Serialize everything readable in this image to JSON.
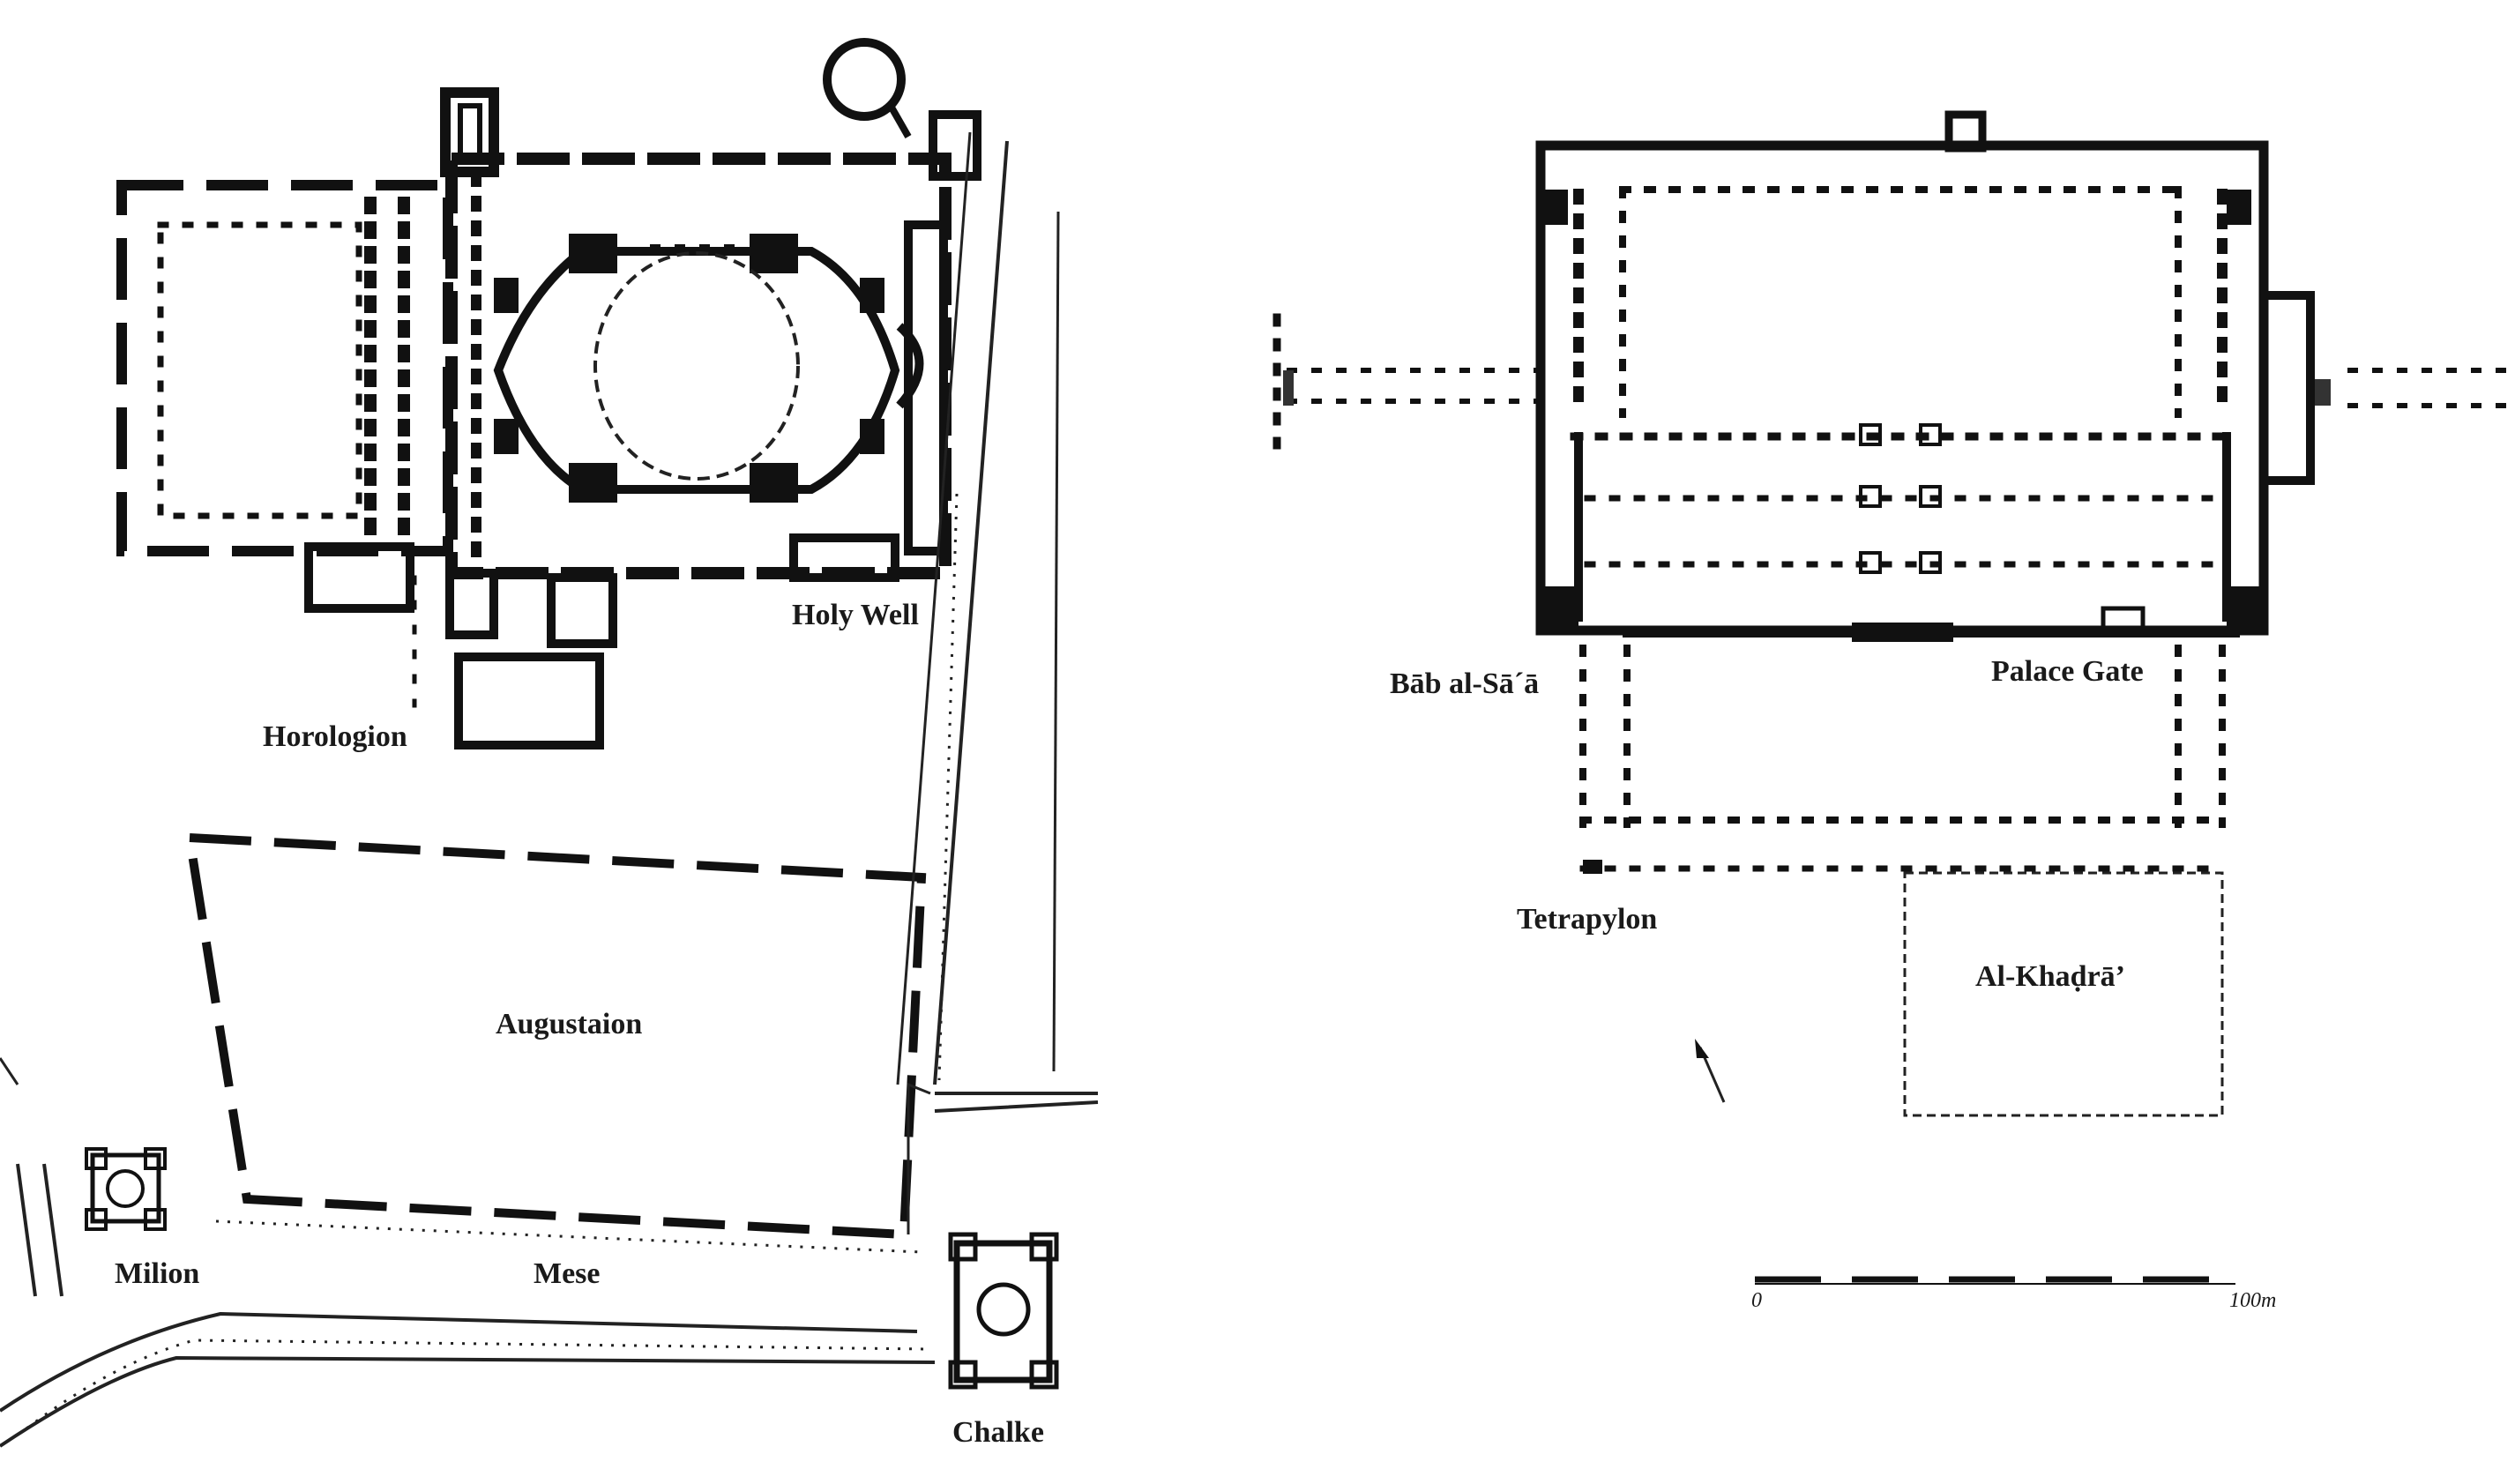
{
  "left_plan": {
    "labels": {
      "holy_well": "Holy Well",
      "horologion": "Horologion",
      "augustaion": "Augustaion",
      "milion": "Milion",
      "mese": "Mese",
      "chalke": "Chalke"
    }
  },
  "right_plan": {
    "labels": {
      "bab_al_saa": "Bāb al-Sā´ā",
      "palace_gate": "Palace Gate",
      "tetrapylon": "Tetrapylon",
      "al_khadra": "Al-Khaḍrā’"
    },
    "scale_bar": {
      "start": "0",
      "end": "100m"
    }
  }
}
